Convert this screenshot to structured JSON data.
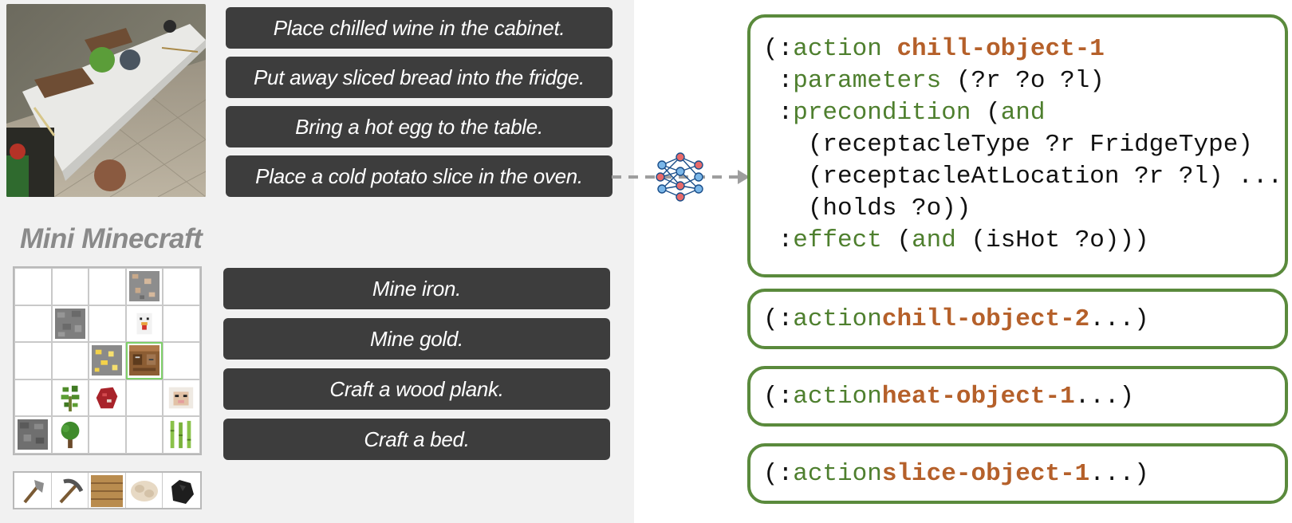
{
  "alfworld": {
    "tasks": [
      "Place chilled wine in the cabinet.",
      "Put away sliced bread into the fridge.",
      "Bring a hot egg to the table.",
      "Place a cold potato slice in the oven."
    ]
  },
  "minecraft": {
    "title": "Mini Minecraft",
    "tasks": [
      "Mine iron.",
      "Mine gold.",
      "Craft a wood plank.",
      "Craft a bed."
    ],
    "grid": [
      [
        "",
        "",
        "",
        "iron-ore",
        ""
      ],
      [
        "",
        "stone",
        "",
        "chicken",
        ""
      ],
      [
        "",
        "",
        "gold-ore",
        "crafting-table",
        ""
      ],
      [
        "",
        "sapling",
        "beef",
        "",
        "sheep"
      ],
      [
        "stone",
        "tree",
        "",
        "",
        "sugar-cane"
      ]
    ],
    "inventory": [
      "axe",
      "pickaxe",
      "wood-plank",
      "wool",
      "coal"
    ]
  },
  "actions": {
    "main": {
      "open": "(:",
      "kw_action": "action",
      "name": "chill-object-1",
      "param_key": "parameters",
      "param_val": "(?r ?o ?l)",
      "pre_key": "precondition",
      "pre_open": "(",
      "pre_and": "and",
      "line4": "(receptacleType ?r FridgeType)",
      "line5": "(receptacleAtLocation ?r ?l) ...",
      "line6": "(holds ?o))",
      "effect_key": "effect",
      "effect_open": "(",
      "effect_and": "and",
      "effect_rest": "(isHot ?o)))"
    },
    "others": [
      {
        "open": "(:",
        "kw": "action",
        "name": "chill-object-2",
        "tail": "...)"
      },
      {
        "open": "(:",
        "kw": "action",
        "name": "heat-object-1",
        "tail": "...)"
      },
      {
        "open": "(:",
        "kw": "action",
        "name": "slice-object-1",
        "tail": "...)"
      }
    ]
  },
  "colors": {
    "box_border": "#5a8a3c",
    "keyword": "#4e7f2e",
    "action_name": "#b5602a",
    "task_button": "#3d3d3d"
  }
}
